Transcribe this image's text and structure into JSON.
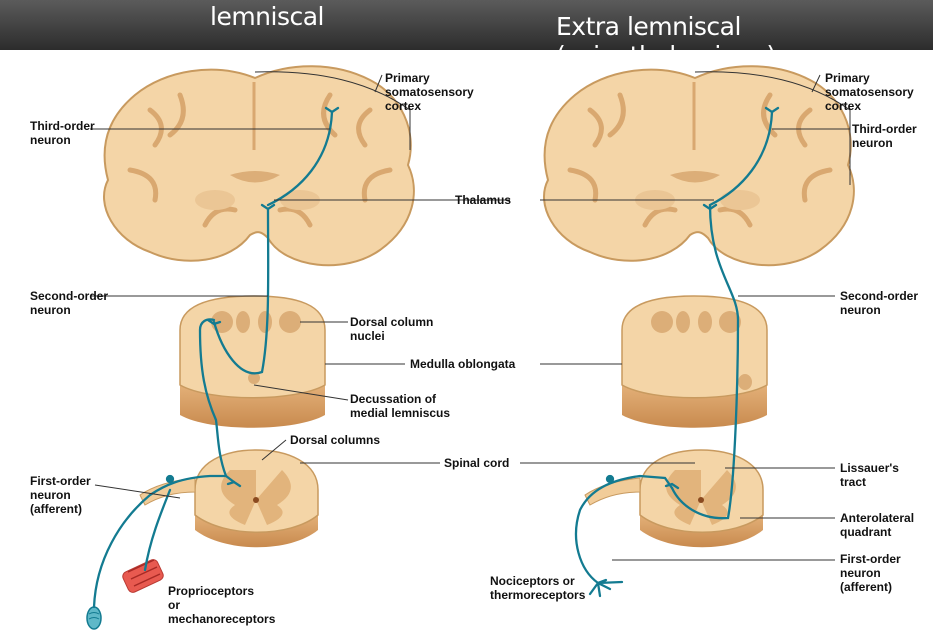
{
  "header": {
    "left_title": "lemniscal",
    "right_title": "Extra lemniscal (spinothalamique)"
  },
  "colors": {
    "tissue": "#f4d5a7",
    "tissue_edge": "#c89a5f",
    "pathway": "#137b91",
    "header_bg": "#3a3a3a"
  },
  "labels": {
    "primary_cortex_left": [
      "Primary",
      "somatosensory",
      "cortex"
    ],
    "third_order_left": [
      "Third-order",
      "neuron"
    ],
    "thalamus": "Thalamus",
    "second_order_left": [
      "Second-order",
      "neuron"
    ],
    "dorsal_column_nuclei": [
      "Dorsal column",
      "nuclei"
    ],
    "medulla": "Medulla oblongata",
    "decussation": [
      "Decussation of",
      "medial lemniscus"
    ],
    "dorsal_columns": "Dorsal columns",
    "spinal_cord": "Spinal cord",
    "first_order_left": [
      "First-order",
      "neuron",
      "(afferent)"
    ],
    "proprioceptors": [
      "Proprioceptors",
      "or",
      "mechanoreceptors"
    ],
    "primary_cortex_right": [
      "Primary",
      "somatosensory",
      "cortex"
    ],
    "third_order_right": [
      "Third-order",
      "neuron"
    ],
    "second_order_right": [
      "Second-order",
      "neuron"
    ],
    "lissauer": [
      "Lissauer's",
      "tract"
    ],
    "anterolateral": [
      "Anterolateral",
      "quadrant"
    ],
    "first_order_right": [
      "First-order",
      "neuron",
      "(afferent)"
    ],
    "nociceptors": [
      "Nociceptors or",
      "thermoreceptors"
    ]
  }
}
